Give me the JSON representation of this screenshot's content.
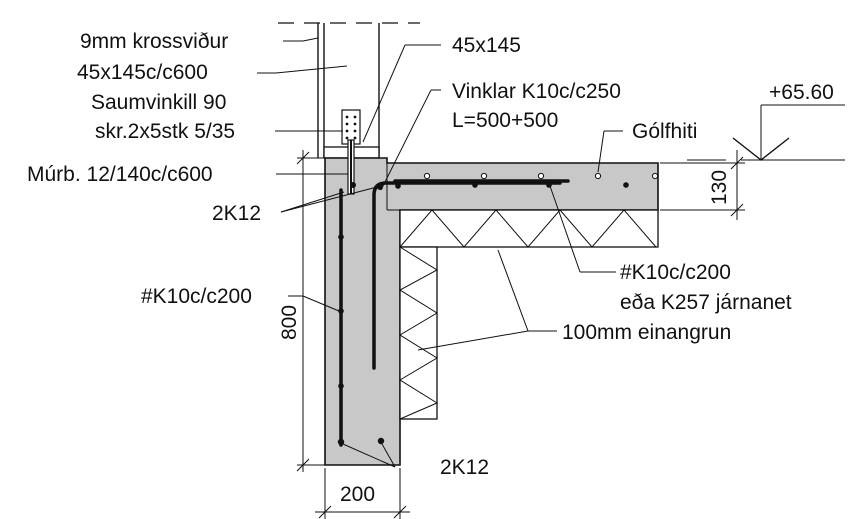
{
  "labels": {
    "plywood": "9mm krossviður",
    "studs": "45x145c/c600",
    "timber_top": "45x145",
    "angle_bracket": "Saumvinkill 90",
    "screws": "skr.2x5stk 5/35",
    "angles": "Vinklar K10c/c250",
    "angle_length": "L=500+500",
    "floor_heating": "Gólfhiti",
    "elevation": "+65.60",
    "anchor_bolt": "Múrb. 12/140c/c600",
    "rebar_top": "2K12",
    "slab_thickness": "130",
    "mesh_wall": "#K10c/c200",
    "mesh_slab": "#K10c/c200",
    "mesh_alt": "eða K257 járnanet",
    "insulation": "100mm einangrun",
    "wall_height": "800",
    "rebar_bottom": "2K12",
    "wall_width": "200"
  },
  "colors": {
    "concrete": "#c8c8c8",
    "line": "#111111"
  }
}
